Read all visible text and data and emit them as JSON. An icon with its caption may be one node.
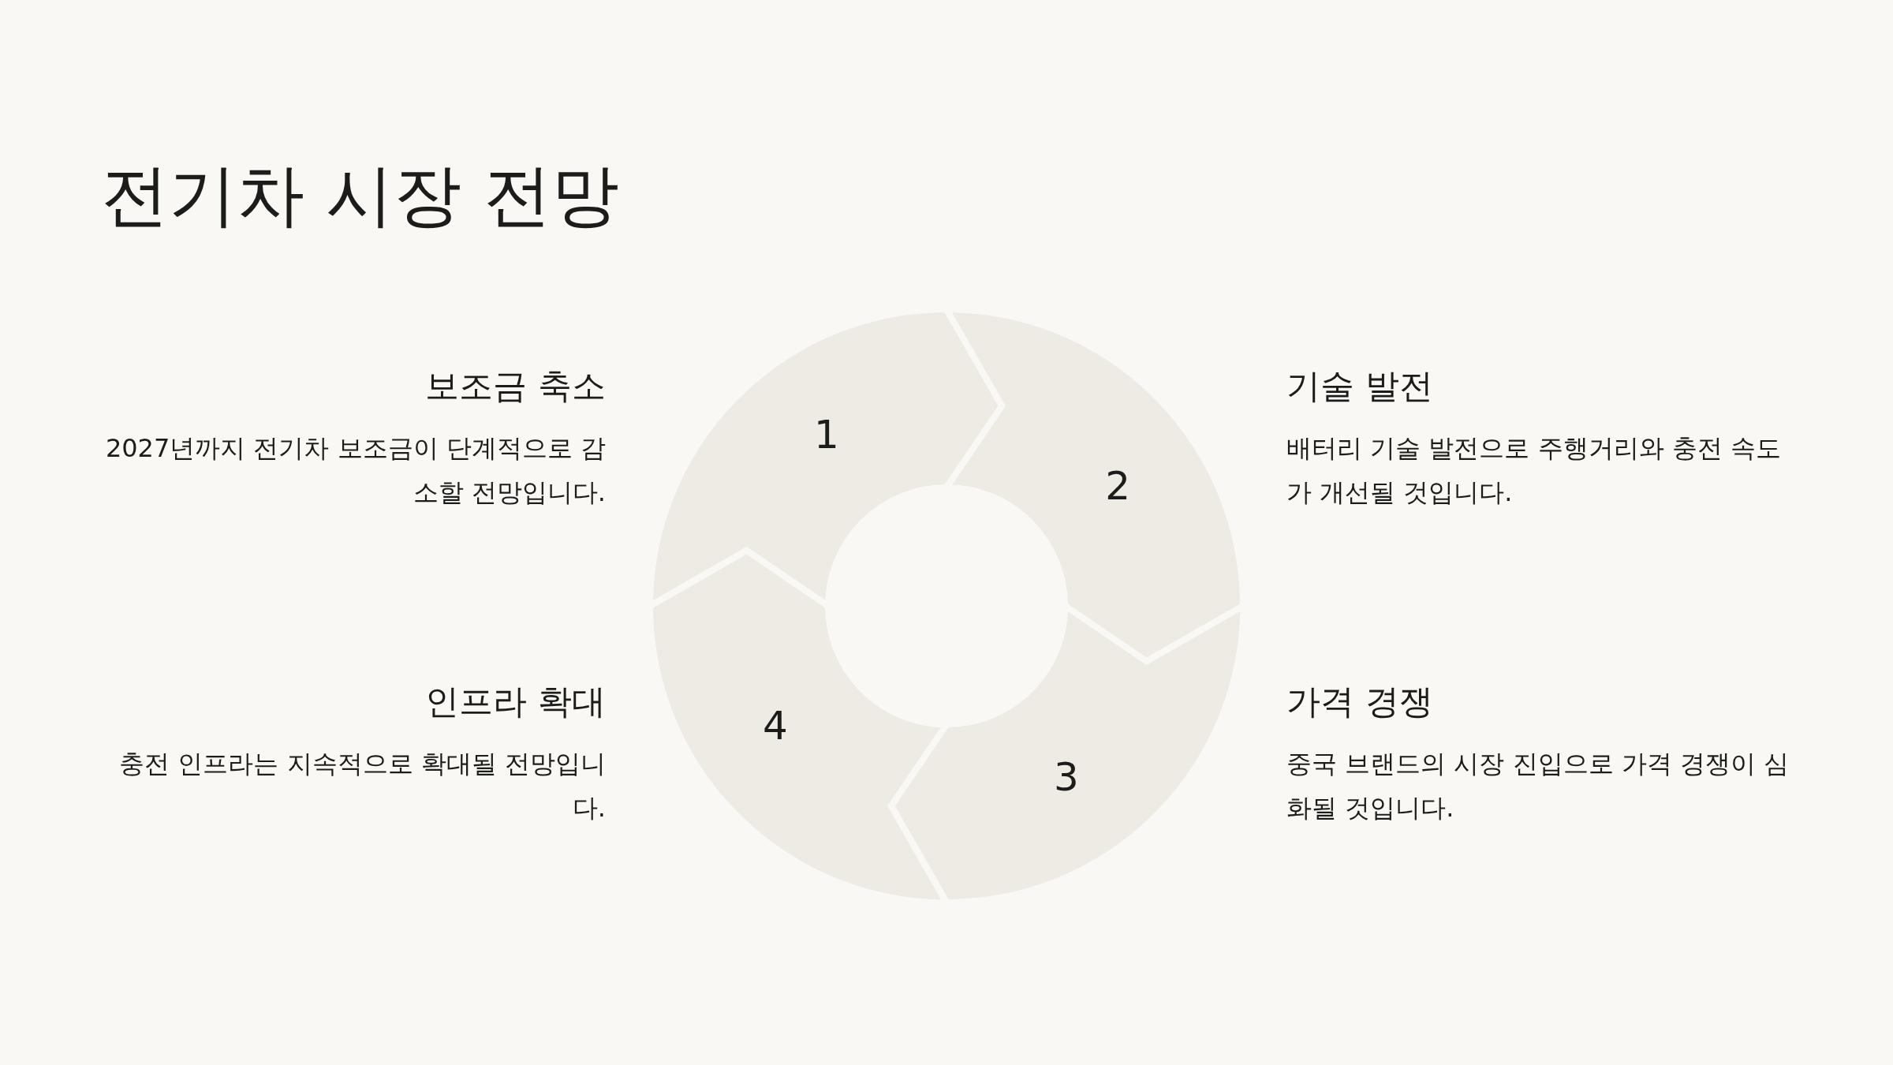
{
  "diagram": {
    "title": "전기차 시장 전망",
    "nodes": [
      {
        "text": [
          "1"
        ],
        "beside": [
          "보조금 축소",
          "2027년까지 전기차 보조금이 단계적으로 감소할 전망입니다."
        ]
      },
      {
        "text": [
          "2"
        ],
        "beside": [
          "기술 발전",
          "배터리 기술 발전으로 주행거리와 충전 속도가 개선될 것입니다."
        ]
      },
      {
        "text": [
          "3"
        ],
        "beside": [
          "가격 경쟁",
          "중국 브랜드의 시장 진입으로 가격 경쟁이 심화될 것입니다."
        ]
      },
      {
        "text": [
          "4"
        ],
        "beside": [
          "인프라 확대",
          "충전 인프라는 지속적으로 확대될 전망입니다."
        ]
      }
    ]
  }
}
